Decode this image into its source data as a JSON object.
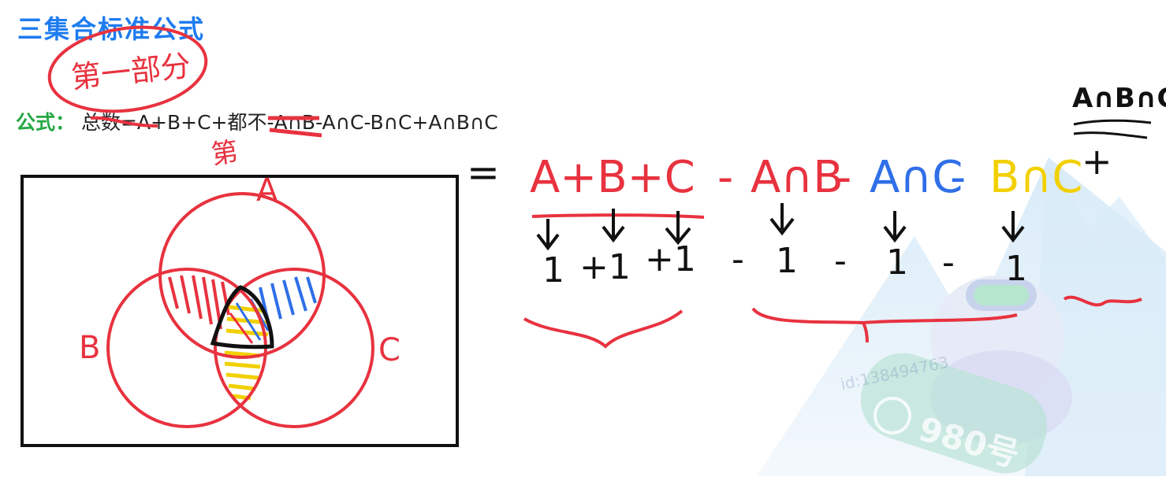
{
  "title": "三集合标准公式",
  "formula": {
    "label": "公式：",
    "pre": "总数",
    "eq": "=A+B+C+",
    "struck": "都不",
    "post": "-A∩B-A∩C-B∩C+A∩B∩C"
  },
  "annotations": {
    "circled_note": "第一部分",
    "small_note": "第",
    "top_right": "A∩B∩C",
    "equals": "=",
    "terms": [
      "A+B+C",
      "-",
      "A∩B",
      "-",
      "A∩C",
      "-",
      "B∩C",
      "+"
    ],
    "counts": [
      "1",
      "+1",
      "+1",
      "-",
      "1",
      "-",
      "1",
      "-",
      "1"
    ],
    "venn_labels": [
      "A",
      "B",
      "C"
    ]
  },
  "watermark": {
    "id": "id:138494763",
    "badge": "980号"
  },
  "colors": {
    "title": "#1e7cf0",
    "label": "#25a843",
    "ink_red": "#e8323f",
    "ink_blue": "#2f6fe8",
    "ink_yellow": "#f2d000",
    "ink_black": "#111111"
  }
}
